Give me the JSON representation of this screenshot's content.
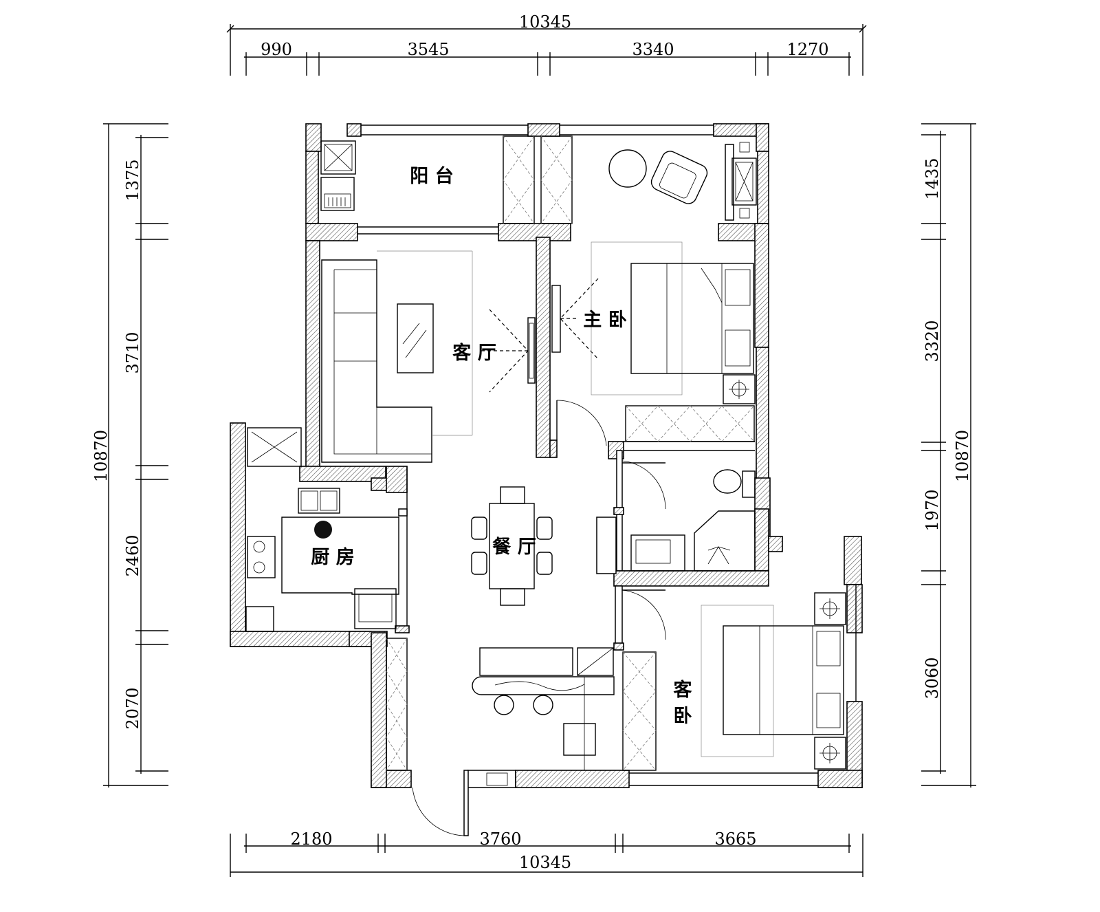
{
  "dimensions": {
    "top_total": "10345",
    "top_segments": [
      "990",
      "3545",
      "3340",
      "1270"
    ],
    "bottom_total": "10345",
    "bottom_segments": [
      "2180",
      "3760",
      "3665"
    ],
    "left_total": "10870",
    "left_segments": [
      "1375",
      "3710",
      "2460",
      "2070"
    ],
    "right_total": "10870",
    "right_segments": [
      "1435",
      "3320",
      "1970",
      "3060"
    ]
  },
  "rooms": {
    "balcony": "阳 台",
    "living_room": "客 厅",
    "master_bedroom": "主 卧",
    "dining_room": "餐 厅",
    "kitchen": "厨 房",
    "guest_bedroom_line1": "客",
    "guest_bedroom_line2": "卧"
  },
  "colors": {
    "line": "#000000",
    "hatch": "#555555",
    "background": "#ffffff"
  }
}
